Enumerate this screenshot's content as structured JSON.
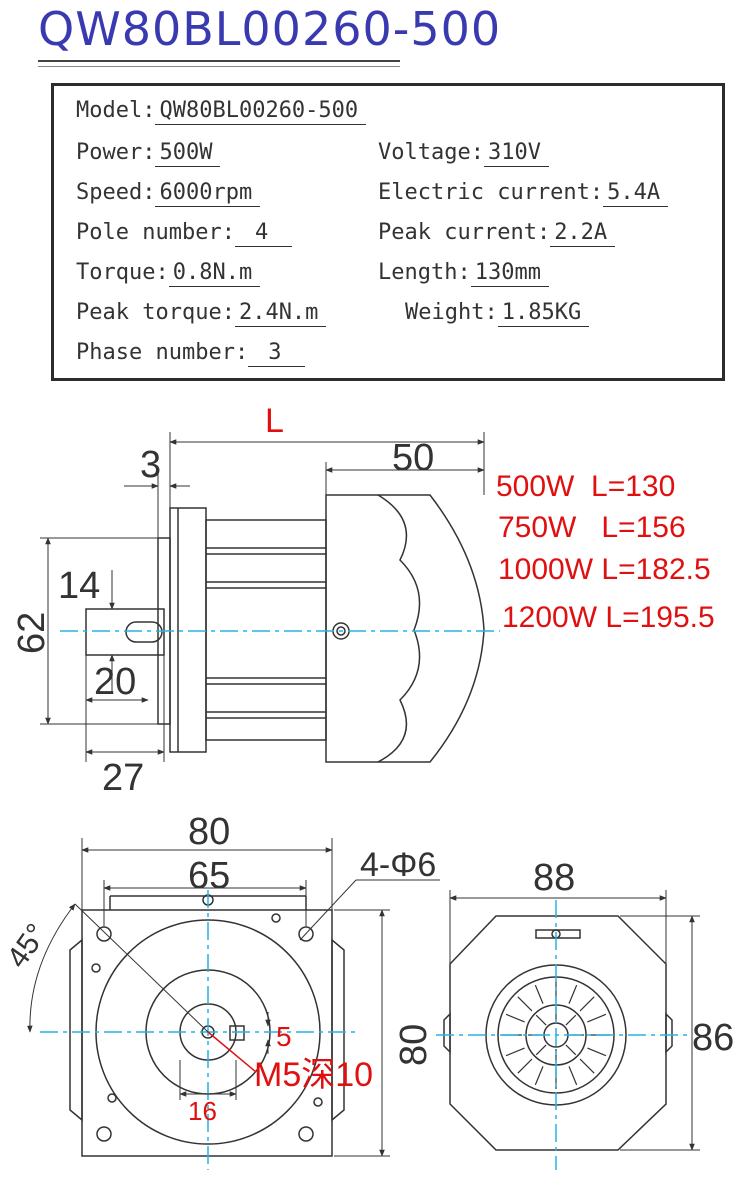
{
  "title": "QW80BL00260-500",
  "specs": {
    "model_label": "Model:",
    "model_value": "QW80BL00260-500",
    "power_label": "Power:",
    "power_value": "500W",
    "voltage_label": "Voltage:",
    "voltage_value": "310V",
    "speed_label": "Speed:",
    "speed_value": "6000rpm",
    "current_label": "Electric current:",
    "current_value": "5.4A",
    "pole_label": "Pole number:",
    "pole_value": "4",
    "peak_current_label": "Peak current:",
    "peak_current_value": "2.2A",
    "torque_label": "Torque:",
    "torque_value": "0.8N.m",
    "length_label": "Length:",
    "length_value": "130mm",
    "peak_torque_label": "Peak torque:",
    "peak_torque_value": "2.4N.m",
    "weight_label": "Weight:",
    "weight_value": "1.85KG",
    "phase_label": "Phase number:",
    "phase_value": "3"
  },
  "side_view": {
    "length_symbol": "L",
    "dim_3": "3",
    "dim_50": "50",
    "dim_14": "14",
    "dim_62": "62",
    "dim_20": "20",
    "dim_27": "27",
    "length_table": [
      "500W  L=130",
      "750W   L=156",
      "1000W L=182.5",
      "1200W L=195.5"
    ]
  },
  "front_view": {
    "dim_80_top": "80",
    "dim_65": "65",
    "holes": "4-Φ6",
    "angle": "45°",
    "dim_5": "5",
    "thread": "M5深10",
    "dim_16": "16",
    "dim_80_side": "80"
  },
  "rear_view": {
    "dim_88": "88",
    "dim_86": "86"
  },
  "colors": {
    "title": "#3a3ab0",
    "annotation": "#e01010",
    "centerline": "#27b4e0",
    "line": "#333333"
  }
}
